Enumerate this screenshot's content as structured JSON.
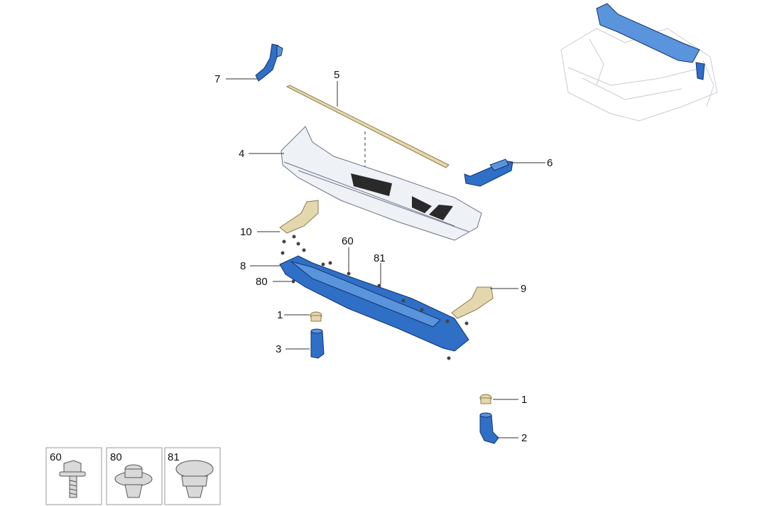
{
  "callouts": {
    "c1a": "1",
    "c1b": "1",
    "c2": "2",
    "c3": "3",
    "c4": "4",
    "c5": "5",
    "c6": "6",
    "c7": "7",
    "c8": "8",
    "c9": "9",
    "c10": "10",
    "c60": "60",
    "c80": "80",
    "c81": "81"
  },
  "legend": [
    {
      "number": "60",
      "icon": "bolt-icon"
    },
    {
      "number": "80",
      "icon": "clip-nut-icon"
    },
    {
      "number": "81",
      "icon": "expanding-clip-icon"
    }
  ],
  "colors": {
    "part_blue": "#2f6fc6",
    "part_tan": "#e4d7ad",
    "panel_gray": "#eef1f6"
  }
}
